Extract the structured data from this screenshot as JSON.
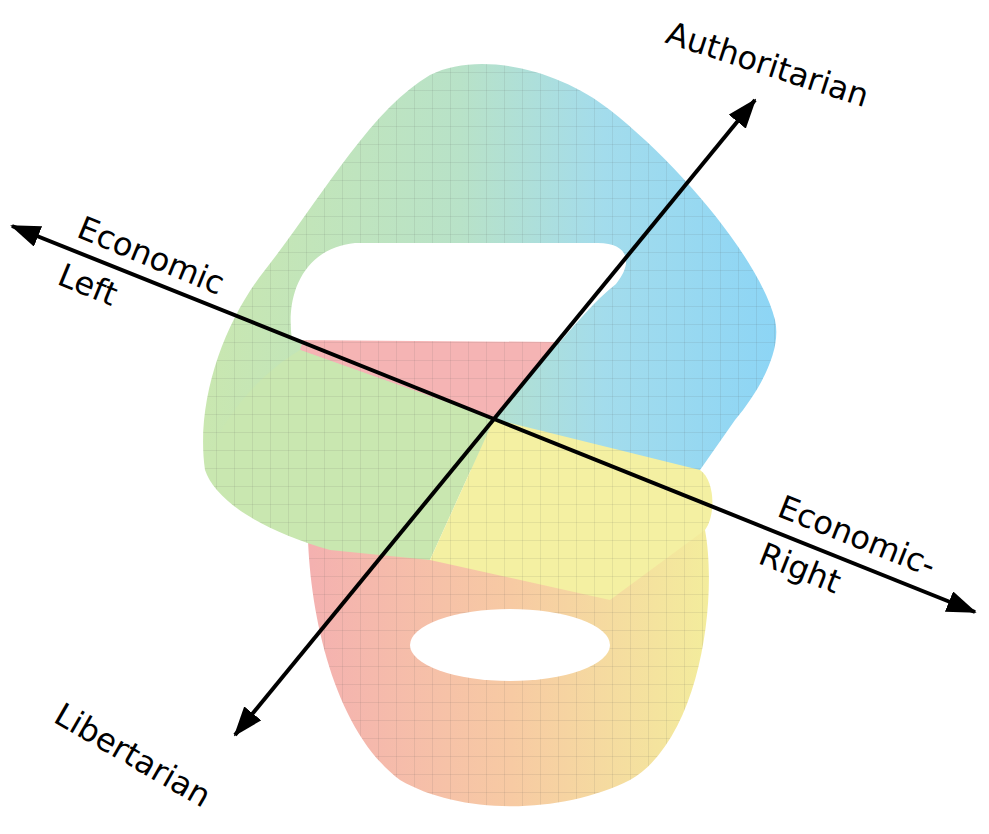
{
  "diagram": {
    "labels": [
      "Authoritarian",
      "Economic Left",
      "Economic- Right",
      "Libertarian"
    ]
  }
}
